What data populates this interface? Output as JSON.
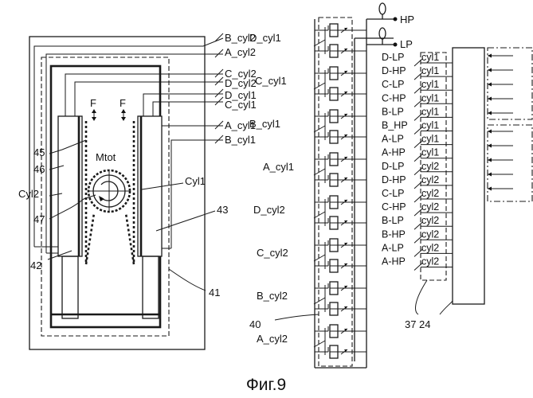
{
  "caption": "Фиг.9",
  "left_assembly": {
    "line_labels": [
      "B_cyl2",
      "A_cyl2",
      "C_cyl2",
      "D_cyl2",
      "D_cyl1",
      "C_cyl1",
      "A_cyl1",
      "B_cyl1"
    ],
    "force_label": "F",
    "torque_label": "Mtot",
    "cyl_left_label": "Cyl2",
    "cyl_right_label": "Cyl1",
    "ref_numbers": {
      "n45": "45",
      "n46": "46",
      "n47": "47",
      "n42": "42",
      "n43": "43",
      "n41": "41"
    }
  },
  "valve_bank": {
    "group_labels": [
      "D_cyl1",
      "C_cyl1",
      "B_cyl1",
      "A_cyl1",
      "D_cyl2",
      "C_cyl2",
      "B_cyl2",
      "A_cyl2"
    ],
    "hp_label": "HP",
    "lp_label": "LP",
    "ref_number": "40"
  },
  "outputs": {
    "rows": [
      {
        "sig": "D-LP",
        "cyl": "cyl1"
      },
      {
        "sig": "D-HP",
        "cyl": "cyl1"
      },
      {
        "sig": "C-LP",
        "cyl": "cyl1"
      },
      {
        "sig": "C-HP",
        "cyl": "cyl1"
      },
      {
        "sig": "B-LP",
        "cyl": "cyl1"
      },
      {
        "sig": "B_HP",
        "cyl": "cyl1"
      },
      {
        "sig": "A-LP",
        "cyl": "cyl1"
      },
      {
        "sig": "A-HP",
        "cyl": "cyl1"
      },
      {
        "sig": "D-LP",
        "cyl": "cyl2"
      },
      {
        "sig": "D-HP",
        "cyl": "cyl2"
      },
      {
        "sig": "C-LP",
        "cyl": "cyl2"
      },
      {
        "sig": "C-HP",
        "cyl": "cyl2"
      },
      {
        "sig": "B-LP",
        "cyl": "cyl2"
      },
      {
        "sig": "B-HP",
        "cyl": "cyl2"
      },
      {
        "sig": "A-LP",
        "cyl": "cyl2"
      },
      {
        "sig": "A-HP",
        "cyl": "cyl2"
      }
    ],
    "ref_37": "37",
    "ref_24": "24"
  }
}
